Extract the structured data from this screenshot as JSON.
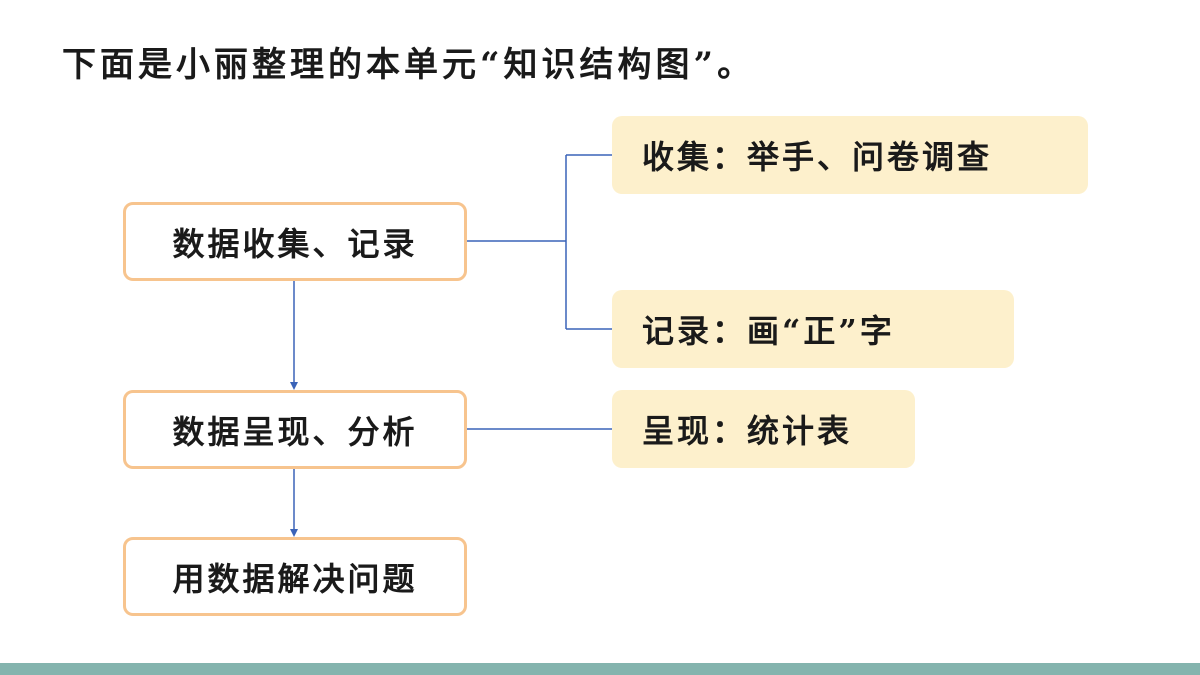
{
  "title": "下面是小丽整理的本单元“知识结构图”。",
  "flow": [
    {
      "label": "数据收集、记录"
    },
    {
      "label": "数据呈现、分析"
    },
    {
      "label": "用数据解决问题"
    }
  ],
  "details": [
    {
      "label": "收集：举手、问卷调查"
    },
    {
      "label": "记录：画“正”字"
    },
    {
      "label": "呈现：统计表"
    }
  ],
  "colors": {
    "main_border": "#f7c48e",
    "detail_fill": "#fdf0cc",
    "connector": "#3a63b8",
    "bottom_bar": "#84b4ae"
  }
}
